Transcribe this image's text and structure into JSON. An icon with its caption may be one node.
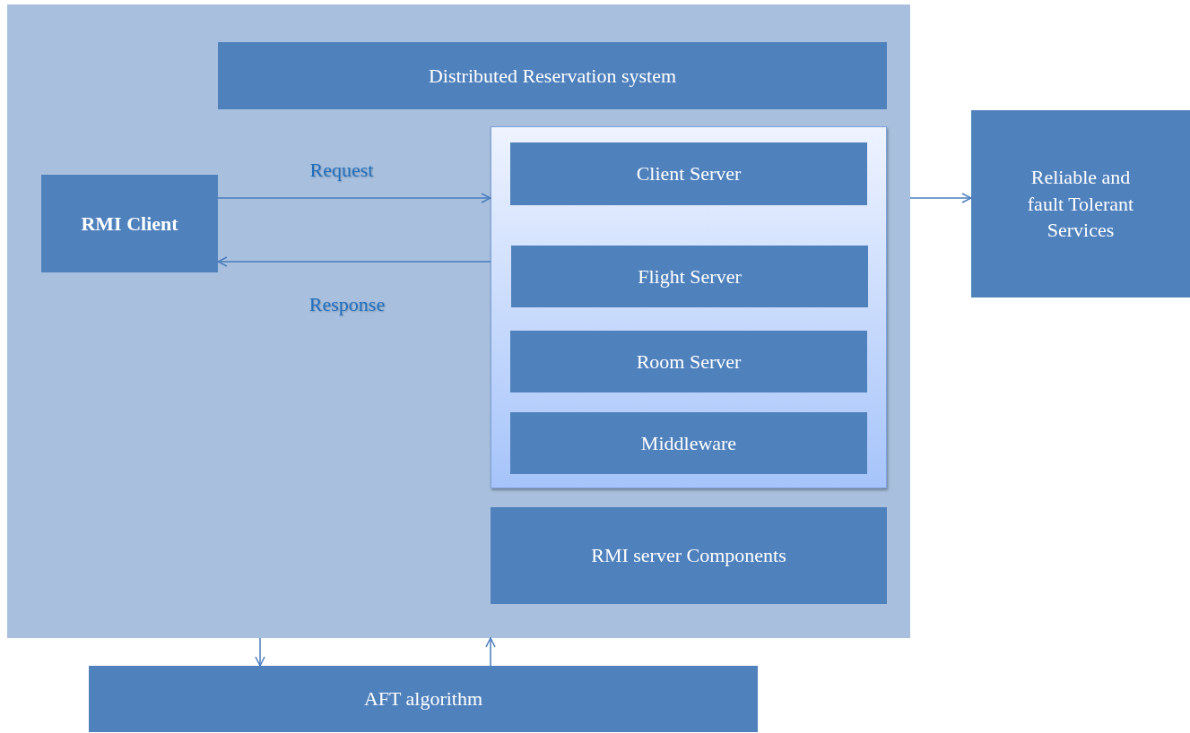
{
  "diagram": {
    "nodes": [
      {
        "text": [],
        "shape": "box"
      },
      {
        "text": [
          "Distributed Reservation system"
        ],
        "in": 0
      },
      {
        "text": [
          "RMI Client"
        ],
        "in": 0
      },
      {
        "text": [],
        "shape": "box",
        "in": 0
      },
      {
        "text": [
          "Client Server"
        ],
        "in": 3
      },
      {
        "text": [
          "Flight Server"
        ],
        "in": 3
      },
      {
        "text": [
          "Room Server"
        ],
        "in": 3
      },
      {
        "text": [
          "Middleware"
        ],
        "in": 3
      },
      {
        "text": [
          "RMI server Components"
        ],
        "in": 0
      },
      {
        "text": [
          "Reliable and fault Tolerant Services"
        ]
      },
      {
        "text": [
          "AFT algorithm"
        ]
      }
    ],
    "edges": [
      {
        "from": 2,
        "to": 3,
        "arrow": "to",
        "label": "Request"
      },
      {
        "from": 3,
        "to": 2,
        "arrow": "to",
        "label": "Response"
      },
      {
        "from": 0,
        "to": 9,
        "arrow": "to"
      },
      {
        "from": 0,
        "to": 10,
        "arrow": "to"
      },
      {
        "from": 10,
        "to": 0,
        "arrow": "to"
      }
    ]
  }
}
